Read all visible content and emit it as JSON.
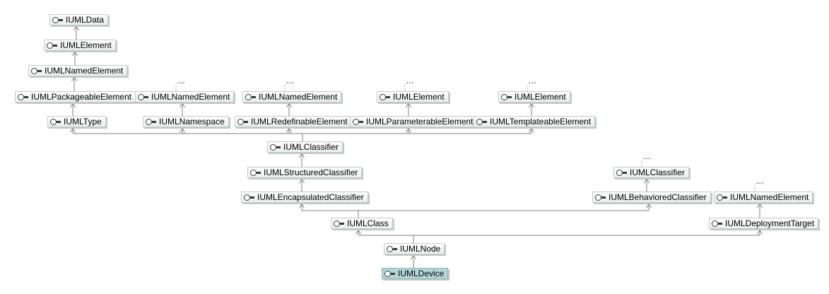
{
  "diagram": {
    "type": "uml-interface-inheritance-hierarchy",
    "background_color": "#ffffff",
    "line_color": "#808080",
    "node_border_color": "#c6cbcb",
    "node_fill_top": "#fdfdfd",
    "node_fill_bottom": "#e9eeee",
    "selected_node_fill": "#b3d7d9",
    "icon": "interface-lollipop-icon",
    "more_marker": "...",
    "nodes": [
      {
        "label": "IUMLData"
      },
      {
        "label": "IUMLElement"
      },
      {
        "label": "IUMLNamedElement"
      },
      {
        "label": "IUMLPackageableElement"
      },
      {
        "label": "IUMLNamedElement"
      },
      {
        "label": "IUMLNamedElement"
      },
      {
        "label": "IUMLElement"
      },
      {
        "label": "IUMLElement"
      },
      {
        "label": "IUMLType"
      },
      {
        "label": "IUMLNamespace"
      },
      {
        "label": "IUMLRedefinableElement"
      },
      {
        "label": "IUMLParameterableElement"
      },
      {
        "label": "IUMLTemplateableElement"
      },
      {
        "label": "IUMLClassifier"
      },
      {
        "label": "IUMLStructuredClassifier"
      },
      {
        "label": "IUMLClassifier"
      },
      {
        "label": "IUMLEncapsulatedClassifier"
      },
      {
        "label": "IUMLBehavioredClassifier"
      },
      {
        "label": "IUMLNamedElement"
      },
      {
        "label": "IUMLClass"
      },
      {
        "label": "IUMLDeploymentTarget"
      },
      {
        "label": "IUMLNode"
      },
      {
        "label": "IUMLDevice",
        "selected": true
      }
    ],
    "generalizations": [
      {
        "child": 1,
        "parents": [
          0
        ]
      },
      {
        "child": 2,
        "parents": [
          1
        ]
      },
      {
        "child": 3,
        "parents": [
          2
        ]
      },
      {
        "child": 8,
        "parents": [
          3
        ]
      },
      {
        "child": 9,
        "parents": [
          4
        ]
      },
      {
        "child": 10,
        "parents": [
          5
        ]
      },
      {
        "child": 11,
        "parents": [
          6
        ]
      },
      {
        "child": 12,
        "parents": [
          7
        ]
      },
      {
        "child": 13,
        "parents": [
          8,
          9,
          10,
          11,
          12
        ]
      },
      {
        "child": 14,
        "parents": [
          13
        ]
      },
      {
        "child": 16,
        "parents": [
          14
        ]
      },
      {
        "child": 17,
        "parents": [
          15
        ]
      },
      {
        "child": 19,
        "parents": [
          16,
          17
        ]
      },
      {
        "child": 20,
        "parents": [
          18
        ]
      },
      {
        "child": 21,
        "parents": [
          19,
          20
        ]
      },
      {
        "child": 22,
        "parents": [
          21
        ]
      }
    ],
    "collapsed_parent_markers_above_nodes": [
      4,
      5,
      6,
      7,
      15,
      18
    ]
  }
}
